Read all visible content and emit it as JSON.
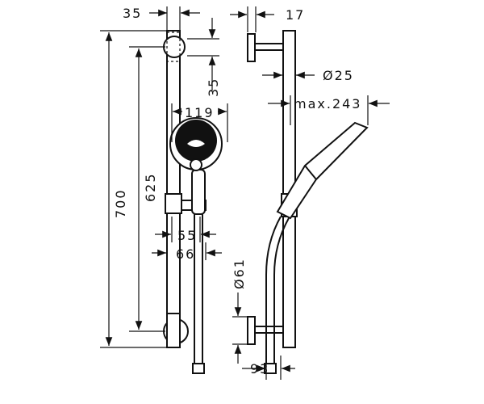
{
  "drawing": {
    "dimensions": {
      "rail_offset_top": "35",
      "bracket_depth": "17",
      "bracket_spacing": "35",
      "head_diameter": "119",
      "rail_diameter": "Ø25",
      "max_projection": "max.243",
      "total_height": "700",
      "bracket_distance": "625",
      "slider_width": "55",
      "slider_width_outer": "66",
      "wall_bracket_diameter": "Ø61",
      "bottom_depth": "93"
    },
    "line_color": "#111111",
    "background": "#ffffff"
  }
}
